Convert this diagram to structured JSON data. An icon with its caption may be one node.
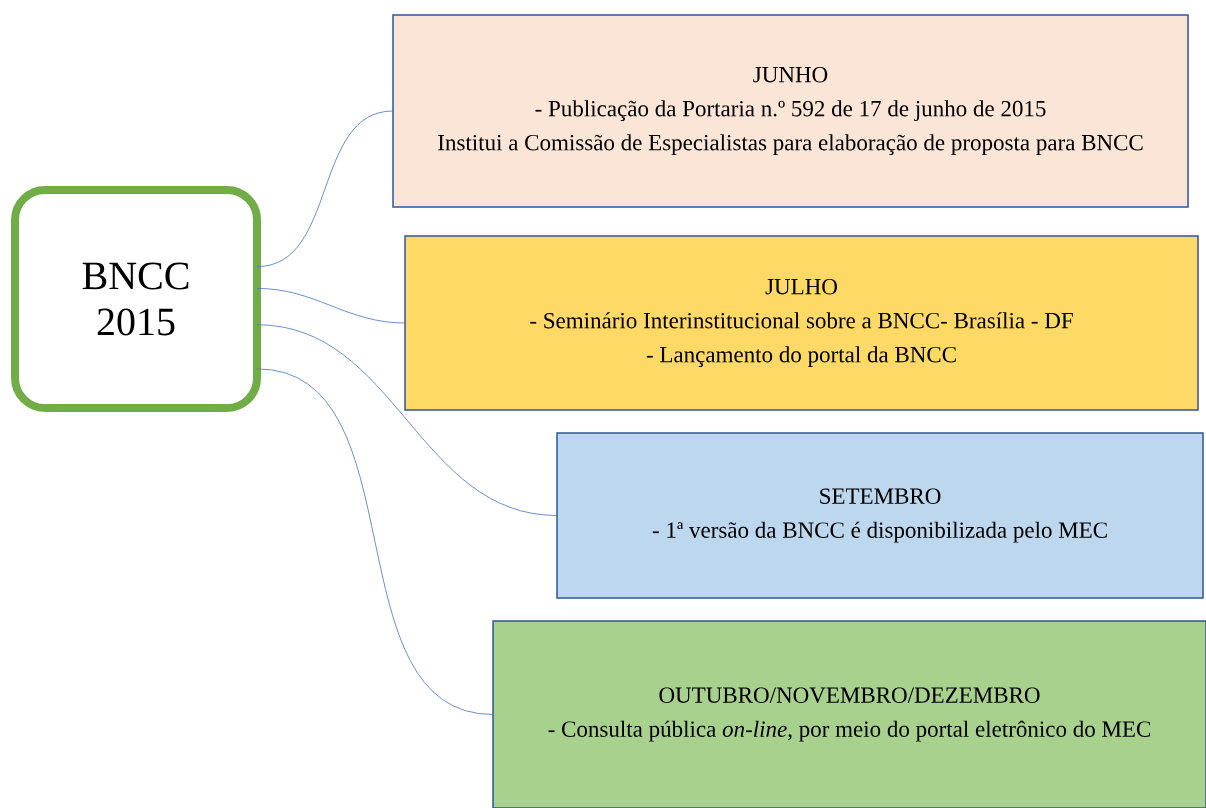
{
  "diagram": {
    "nodes": [
      {
        "text": [
          "BNCC 2015"
        ]
      },
      {
        "text": [
          "JUNHO",
          "- Publicação da Portaria n.º 592 de 17 de junho de 2015",
          "Institui a Comissão de Especialistas para elaboração de proposta para BNCC"
        ]
      },
      {
        "text": [
          "JULHO",
          "- Seminário Interinstitucional sobre a BNCC- Brasília - DF",
          "- Lançamento do portal da BNCC"
        ]
      },
      {
        "text": [
          "SETEMBRO",
          "- 1ª versão da BNCC é disponibilizada pelo MEC"
        ]
      },
      {
        "text": [
          "OUTUBRO/NOVEMBRO/DEZEMBRO",
          "- Consulta pública *on-line*, por meio do portal eletrônico do MEC"
        ]
      }
    ],
    "edges": [
      {
        "from": 0,
        "to": 1,
        "arrow": "none"
      },
      {
        "from": 0,
        "to": 2,
        "arrow": "none"
      },
      {
        "from": 0,
        "to": 3,
        "arrow": "none"
      },
      {
        "from": 0,
        "to": 4,
        "arrow": "none"
      }
    ]
  }
}
